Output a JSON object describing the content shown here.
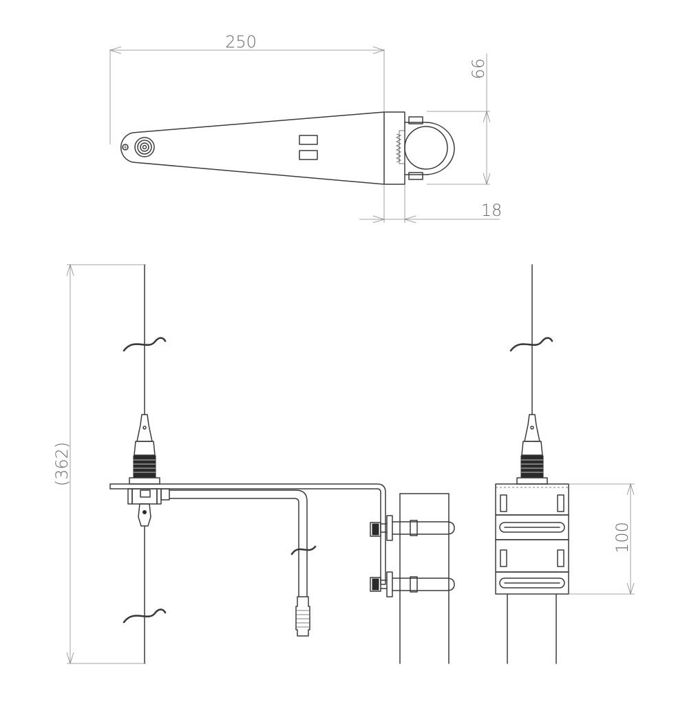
{
  "dimensions": {
    "length_250": "250",
    "height_66": "66",
    "offset_18": "18",
    "overall_362": "(362)",
    "bracket_100": "100"
  },
  "colors": {
    "line": "#3a3a3a",
    "dimension": "#888888",
    "dimension_text": "#6a6a6a",
    "background": "#ffffff"
  }
}
